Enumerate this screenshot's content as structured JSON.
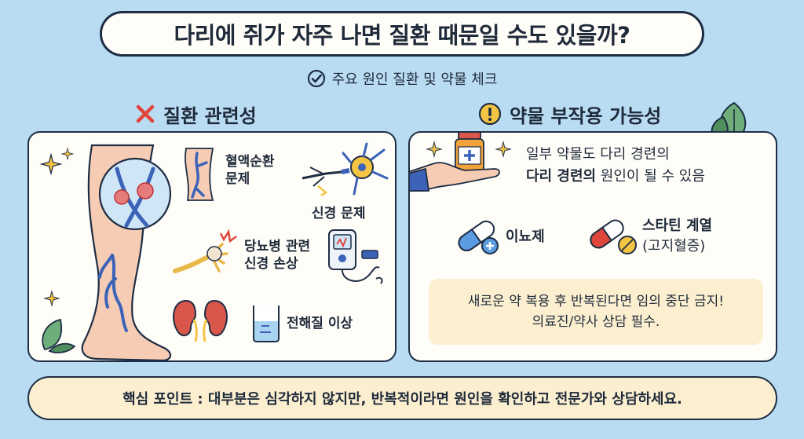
{
  "title": "다리에 쥐가 자주 나면 질환 때문일 수도 있을까?",
  "subtitle": "주요 원인 질환 및 약물 체크",
  "left": {
    "heading": "질환 관련성",
    "items": [
      {
        "line1": "혈액순환",
        "line2": "문제"
      },
      {
        "line1": "신경 문제",
        "line2": ""
      },
      {
        "line1": "당뇨병 관련",
        "line2": "신경 손상"
      },
      {
        "line1": "전해질 이상",
        "line2": ""
      }
    ]
  },
  "right": {
    "heading": "약물 부작용 가능성",
    "intro_line1": "일부 약물도 다리 경련의",
    "intro_line2_bold": "다리 경련의",
    "intro_line2_rest": " 원인이 될 수 있음",
    "drug1": "이뇨제",
    "drug2_line1": "스타틴 계열",
    "drug2_line2": "(고지혈증)",
    "note_line1": "새로운 약 복용 후 반복된다면 임의 중단 금지!",
    "note_line2": "의료진/약사 상담 필수."
  },
  "footer": "핵심 포인트 : 대부분은 심각하지 않지만, 반복적이라면 원인을 확인하고 전문가와 상담하세요.",
  "colors": {
    "background": "#b9dcf3",
    "ink": "#1e2d44",
    "cream": "#fbefd0",
    "red": "#e0463c",
    "warning": "#f4c542",
    "leaf": "#5e9e6a"
  },
  "icons": [
    "check-circle-icon",
    "x-mark-icon",
    "exclamation-icon",
    "leaf-icon",
    "sparkle-icon",
    "leg-illustration",
    "vein-icon",
    "neuron-icon",
    "damaged-nerve-icon",
    "glucose-meter-icon",
    "kidney-icon",
    "water-beaker-icon",
    "hand-with-bottle-icon",
    "blue-capsule-icon",
    "red-capsule-icon",
    "yellow-tablet-icon"
  ]
}
